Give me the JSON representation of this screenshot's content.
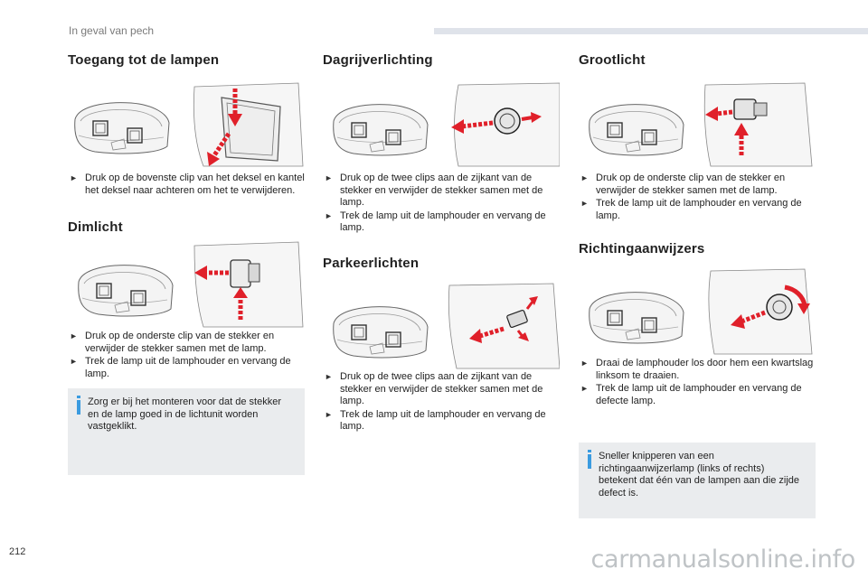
{
  "header": {
    "section_title": "In geval van pech"
  },
  "page_number": "212",
  "watermark": "carmanualsonline.info",
  "colors": {
    "arrow": "#e0202a",
    "note_bg": "#eaecee",
    "info_accent": "#3a9be0",
    "header_bar": "#dfe3ea"
  },
  "sections": {
    "toegang": {
      "title": "Toegang tot de lampen",
      "steps": [
        "Druk op de bovenste clip van het deksel en kantel het deksel naar achteren om het te verwijderen."
      ]
    },
    "dimlicht": {
      "title": "Dimlicht",
      "steps": [
        "Druk op de onderste clip van de stekker en verwijder de stekker samen met de lamp.",
        "Trek de lamp uit de lamphouder en vervang de lamp."
      ],
      "note": "Zorg er bij het monteren voor dat de stekker en de lamp goed in de lichtunit worden vastgeklikt."
    },
    "dagrijverlichting": {
      "title": "Dagrijverlichting",
      "steps": [
        "Druk op de twee clips aan de zijkant van de stekker en verwijder de stekker samen met de lamp.",
        "Trek de lamp uit de lamphouder en vervang de lamp."
      ]
    },
    "parkeerlichten": {
      "title": "Parkeerlichten",
      "steps": [
        "Druk op de twee clips aan de zijkant van de stekker en verwijder de stekker samen met de lamp.",
        "Trek de lamp uit de lamphouder en vervang de lamp."
      ]
    },
    "grootlicht": {
      "title": "Grootlicht",
      "steps": [
        "Druk op de onderste clip van de stekker en verwijder de stekker samen met de lamp.",
        "Trek de lamp uit de lamphouder en vervang de lamp."
      ]
    },
    "richtingaanwijzers": {
      "title": "Richtingaanwijzers",
      "steps": [
        "Draai de lamphouder los door hem een kwartslag linksom te draaien.",
        "Trek de lamp uit de lamphouder en vervang de defecte lamp."
      ],
      "note": "Sneller knipperen van een richtingaanwijzerlamp (links of rechts) betekent dat één van de lampen aan die zijde defect is."
    }
  }
}
